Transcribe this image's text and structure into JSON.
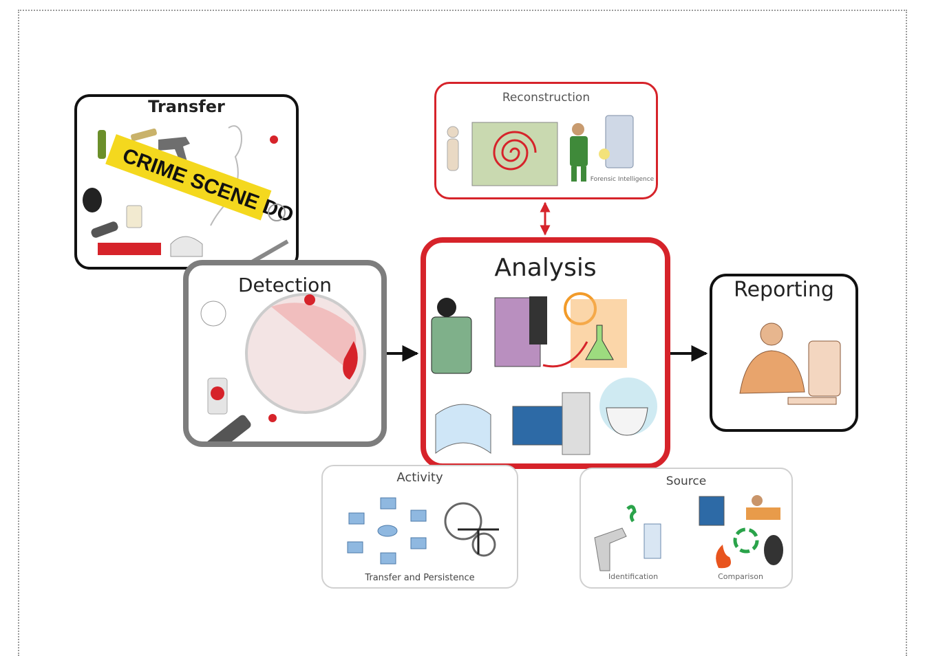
{
  "nodes": {
    "transfer": {
      "title": "Transfer",
      "tape_text": "CRIME SCENE DO"
    },
    "reconstruction": {
      "title": "Reconstruction",
      "caption": "Forensic Intelligence"
    },
    "detection": {
      "title": "Detection"
    },
    "analysis": {
      "title": "Analysis"
    },
    "reporting": {
      "title": "Reporting"
    },
    "activity": {
      "title": "Activity",
      "caption": "Transfer and Persistence"
    },
    "source": {
      "title": "Source",
      "caption_left": "Identification",
      "caption_right": "Comparison"
    }
  },
  "colors": {
    "accent_red": "#d6232a",
    "border_dark": "#111111",
    "border_gray": "#7d7d7d",
    "light_gray": "#d0d0d0"
  }
}
